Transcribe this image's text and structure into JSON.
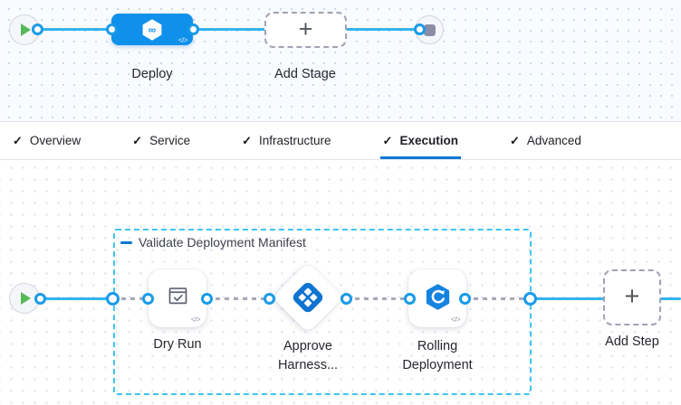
{
  "colors": {
    "node_blue": "#0f90ea",
    "line_blue": "#33b3f1",
    "port_blue": "#189ae9",
    "play_green": "#58b958",
    "group_border": "#3ec5f2",
    "tab_underline": "#0278d5"
  },
  "glyphs": {
    "check": "✓",
    "plus": "+",
    "code": "</>"
  },
  "stage_builder": {
    "stage_label": "Deploy",
    "add_stage_label": "Add Stage"
  },
  "tabs": [
    {
      "label": "Overview"
    },
    {
      "label": "Service"
    },
    {
      "label": "Infrastructure"
    },
    {
      "label": "Execution"
    },
    {
      "label": "Advanced"
    }
  ],
  "active_tab": "Execution",
  "execution": {
    "group_label": "Validate Deployment Manifest",
    "steps": [
      {
        "label": "Dry Run"
      },
      {
        "label_line1": "Approve",
        "label_line2": "Harness..."
      },
      {
        "label_line1": "Rolling",
        "label_line2": "Deployment"
      }
    ],
    "add_step_label": "Add Step"
  }
}
